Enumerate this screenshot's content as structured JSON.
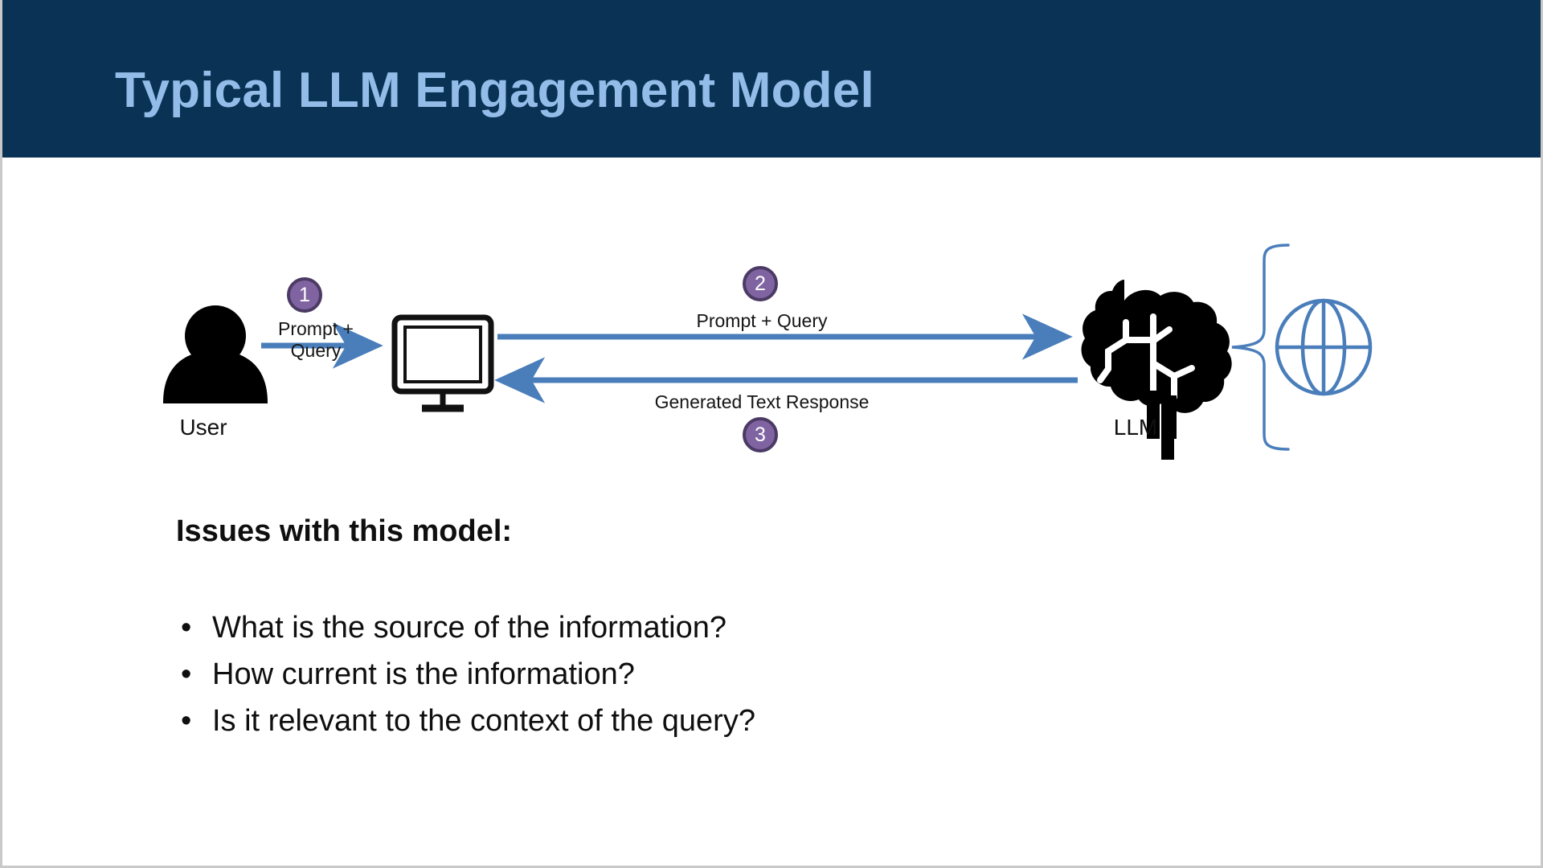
{
  "slide": {
    "title": "Typical LLM Engagement Model",
    "background_color": "#ffffff",
    "title_band_color": "#0a3255",
    "title_text_color": "#93bde8"
  },
  "diagram": {
    "accent_color": "#4a7ebb",
    "badge_fill": "#8064a2",
    "badge_border": "#4b3a63",
    "entities": [
      {
        "id": "user",
        "caption": "User",
        "icon": "user-silhouette-icon"
      },
      {
        "id": "computer",
        "caption": "",
        "icon": "desktop-monitor-icon"
      },
      {
        "id": "llm",
        "caption": "LLM",
        "icon": "brain-icon"
      },
      {
        "id": "internet",
        "caption": "",
        "icon": "globe-icon"
      }
    ],
    "steps": [
      {
        "number": "1",
        "label": "Prompt + Query",
        "direction": "right"
      },
      {
        "number": "2",
        "label": "Prompt + Query",
        "direction": "right"
      },
      {
        "number": "3",
        "label": "Generated Text Response",
        "direction": "left"
      }
    ]
  },
  "body": {
    "heading": "Issues with this model:",
    "bullet_glyph": "•",
    "bullets": [
      "What is the source of the information?",
      "How current is the information?",
      "Is it relevant to the context of the query?"
    ]
  }
}
